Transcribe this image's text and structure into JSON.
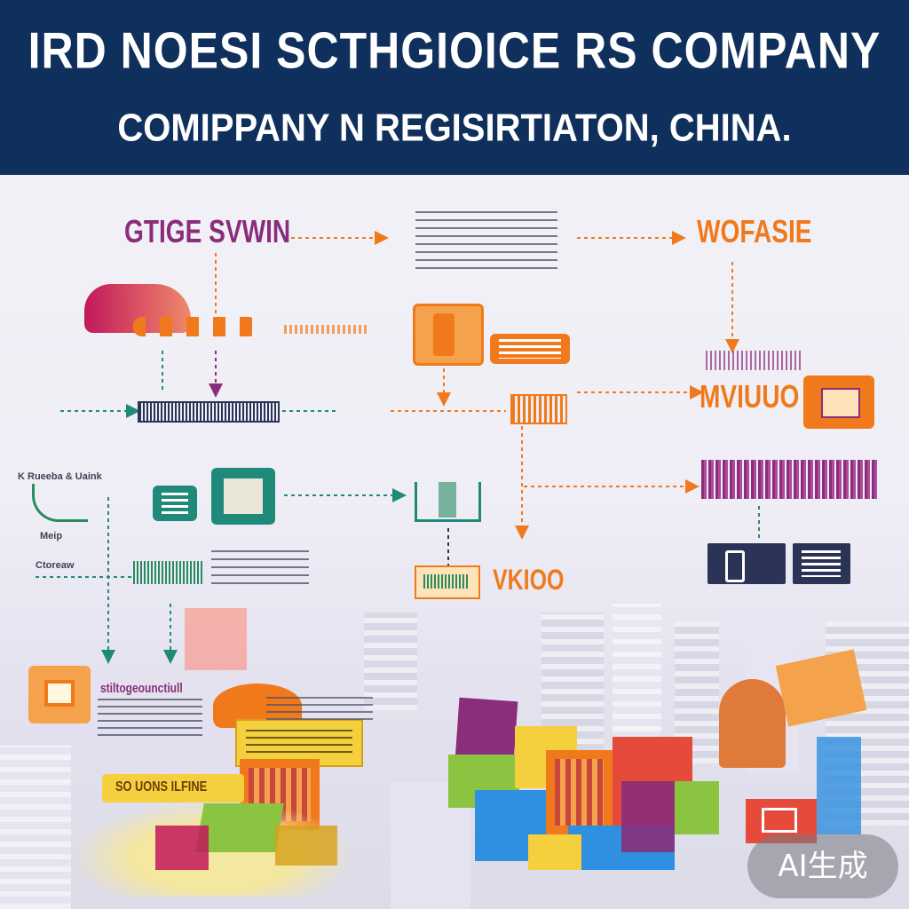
{
  "header": {
    "title": "IRD NOESI SCTHGIOICE RS COMPANY",
    "subtitle": "COMIPPANY N REGISIRTIATON, CHINA."
  },
  "labels": {
    "top_left_heading": "GTIGE SVWIN",
    "top_right_heading": "WOFASIE",
    "mid_right_banner": "MVIUUO",
    "center_label": "VKIOO",
    "left_side_label": "K Rueeba & Uaink",
    "left_small_1": "Meip",
    "left_small_2": "Ctoreaw",
    "green_heading": "stiltogeounctiull",
    "yellow_card": "SO UONS ILFINE",
    "watermark": "AI生成"
  },
  "colors": {
    "header_bg": "#0f2f5c",
    "accent_purple": "#8a2d7a",
    "accent_orange": "#f07a1b",
    "accent_teal": "#1f8a7a",
    "accent_navy": "#2b3457",
    "accent_yellow": "#f4d03f"
  },
  "icons": [
    "bus-icon",
    "document-icon",
    "screen-icon",
    "register-icon",
    "open-box-icon",
    "folder-icon",
    "building-icon",
    "arrow-icon"
  ]
}
